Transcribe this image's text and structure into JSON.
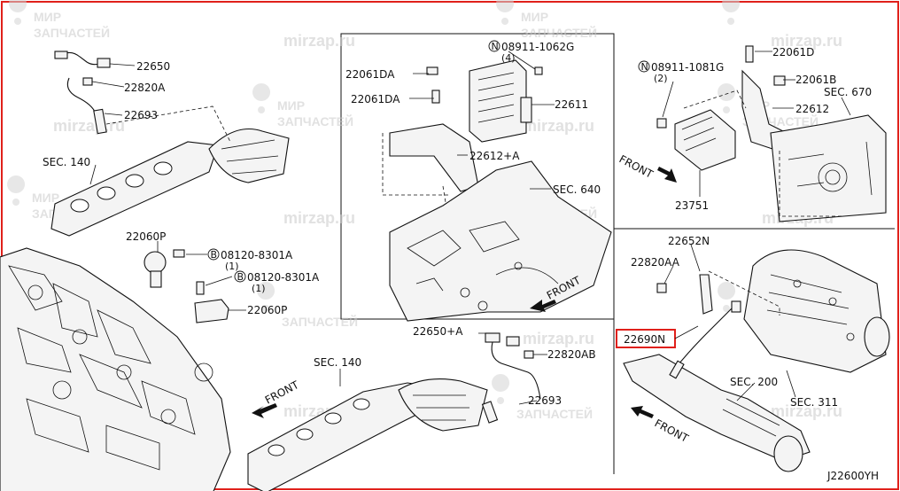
{
  "accent_color": "#e0201b",
  "drawing_code": "J22600YH",
  "highlight": {
    "part": "22690N",
    "color": "#e0201b"
  },
  "watermarks": {
    "brand_ru_line1": "МИР",
    "brand_ru_line2": "ЗАПЧАСТЕЙ",
    "url": "mirzap.ru"
  },
  "labels": {
    "p22650": "22650",
    "p22820a": "22820A",
    "p22693a": "22693",
    "sec140a": "SEC. 140",
    "p22060p_top": "22060P",
    "b08120_1": "08120-8301A",
    "b08120_1q": "(1)",
    "b08120_2": "08120-8301A",
    "b08120_2q": "(1)",
    "p22060p_bot": "22060P",
    "p22061da_1": "22061DA",
    "p22061da_2": "22061DA",
    "n08911_1062g": "08911-1062G",
    "n08911_1062g_q": "(4)",
    "p22611": "22611",
    "p22612a": "22612+A",
    "sec640": "SEC. 640",
    "front_mid": "FRONT",
    "p22650a": "22650+A",
    "p22820ab": "22820AB",
    "sec140b": "SEC. 140",
    "p22693b": "22693",
    "front_left": "FRONT",
    "n08911_1081g": "08911-1081G",
    "n08911_1081g_q": "(2)",
    "p22061d": "22061D",
    "p22061b": "22061B",
    "sec670": "SEC. 670",
    "p22612": "22612",
    "front_tr": "FRONT",
    "p23751": "23751",
    "p22652n": "22652N",
    "p22820aa": "22820AA",
    "p22690n": "22690N",
    "sec200": "SEC. 200",
    "sec311": "SEC. 311",
    "front_br": "FRONT"
  },
  "icons": [
    "b-circle-icon",
    "n-circle-icon",
    "front-arrow-icon",
    "watermark-pin-icon"
  ]
}
